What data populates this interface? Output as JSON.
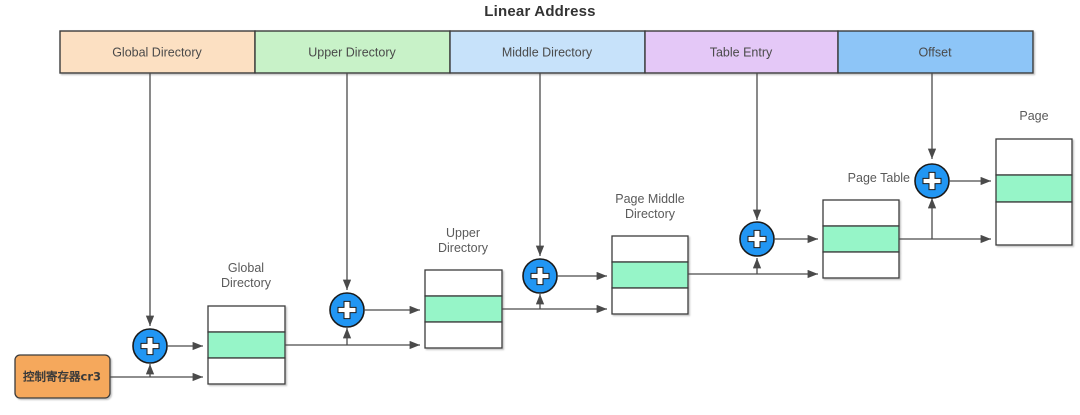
{
  "title": "Linear Address",
  "colors": {
    "global_directory": "#FCE0C2",
    "upper_directory": "#C8F2C8",
    "middle_directory": "#C7E2FA",
    "table_entry": "#E4C8F7",
    "offset": "#8DC5F7",
    "stroke": "#3a3a3a",
    "highlight_row": "#96F5C8",
    "plus_fill": "#2196F3",
    "cr3_fill": "#F5A85C",
    "line": "#4a4a4a",
    "label_text": "#5a5a5a",
    "title_text": "#333333"
  },
  "linear_address": {
    "segments": [
      {
        "label": "Global Directory",
        "color_key": "global_directory"
      },
      {
        "label": "Upper Directory",
        "color_key": "upper_directory"
      },
      {
        "label": "Middle Directory",
        "color_key": "middle_directory"
      },
      {
        "label": "Table Entry",
        "color_key": "table_entry"
      },
      {
        "label": "Offset",
        "color_key": "offset"
      }
    ]
  },
  "registers": {
    "cr3_label": "控制寄存器cr3"
  },
  "tables": [
    {
      "name": "global-directory-table",
      "label": "Global\nDirectory"
    },
    {
      "name": "upper-directory-table",
      "label": "Upper\nDirectory"
    },
    {
      "name": "page-middle-directory-table",
      "label": "Page Middle\nDirectory"
    },
    {
      "name": "page-table",
      "label": "Page Table"
    },
    {
      "name": "page-frame",
      "label": "Page"
    }
  ],
  "adders": {
    "symbol": "+",
    "count": 5
  }
}
